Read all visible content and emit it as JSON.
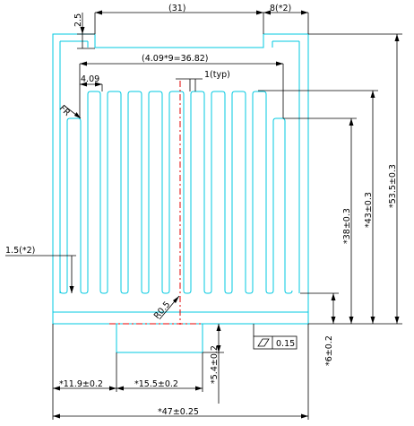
{
  "drawing": {
    "dims": {
      "top_31": "(31)",
      "top_8x2": "8(*2)",
      "left_25": "2.5",
      "pitch": "(4.09*9=36.82)",
      "fin_4_09": "4.09",
      "fin_1typ": "1(typ)",
      "fr": "FR",
      "side_1_5": "1.5(*2)",
      "r05": "R0.5",
      "v_38": "*38±0.3",
      "v_43": "*43±0.3",
      "v_53_5": "*53.5±0.3",
      "v_6": "*6±0.2",
      "v_5_4": "*5.4±0.2",
      "h_11_9": "*11.9±0.2",
      "h_15_5": "*15.5±0.2",
      "h_47": "*47±0.25",
      "flatness_value": "0.15"
    },
    "colors": {
      "outline": "#00c8e0",
      "dimension": "#000000",
      "centerline": "#e00000"
    }
  }
}
